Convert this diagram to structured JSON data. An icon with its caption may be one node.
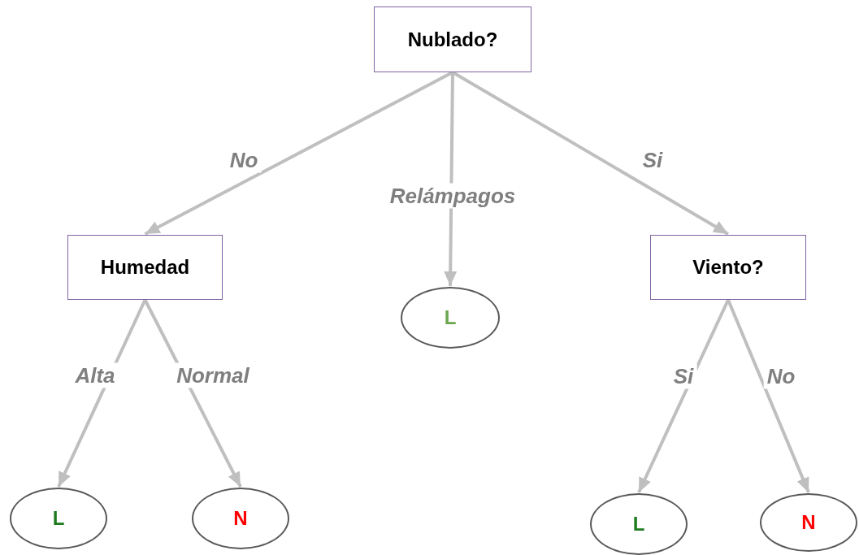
{
  "diagram": {
    "nodes": [
      {
        "text": [
          "Nublado?"
        ]
      },
      {
        "text": [
          "Humedad"
        ]
      },
      {
        "text": [
          "L"
        ]
      },
      {
        "text": [
          "Viento?"
        ]
      },
      {
        "text": [
          "L"
        ]
      },
      {
        "text": [
          "N"
        ]
      },
      {
        "text": [
          "L"
        ]
      },
      {
        "text": [
          "N"
        ]
      }
    ],
    "edges": [
      {
        "from": 0,
        "to": 1,
        "arrow": "to",
        "label": "No"
      },
      {
        "from": 0,
        "to": 2,
        "arrow": "to",
        "label": "Relámpagos"
      },
      {
        "from": 0,
        "to": 3,
        "arrow": "to",
        "label": "Si"
      },
      {
        "from": 1,
        "to": 4,
        "arrow": "to",
        "label": "Alta"
      },
      {
        "from": 1,
        "to": 5,
        "arrow": "to",
        "label": "Normal"
      },
      {
        "from": 3,
        "to": 6,
        "arrow": "to",
        "label": "Si"
      },
      {
        "from": 3,
        "to": 7,
        "arrow": "to",
        "label": "No"
      }
    ]
  }
}
